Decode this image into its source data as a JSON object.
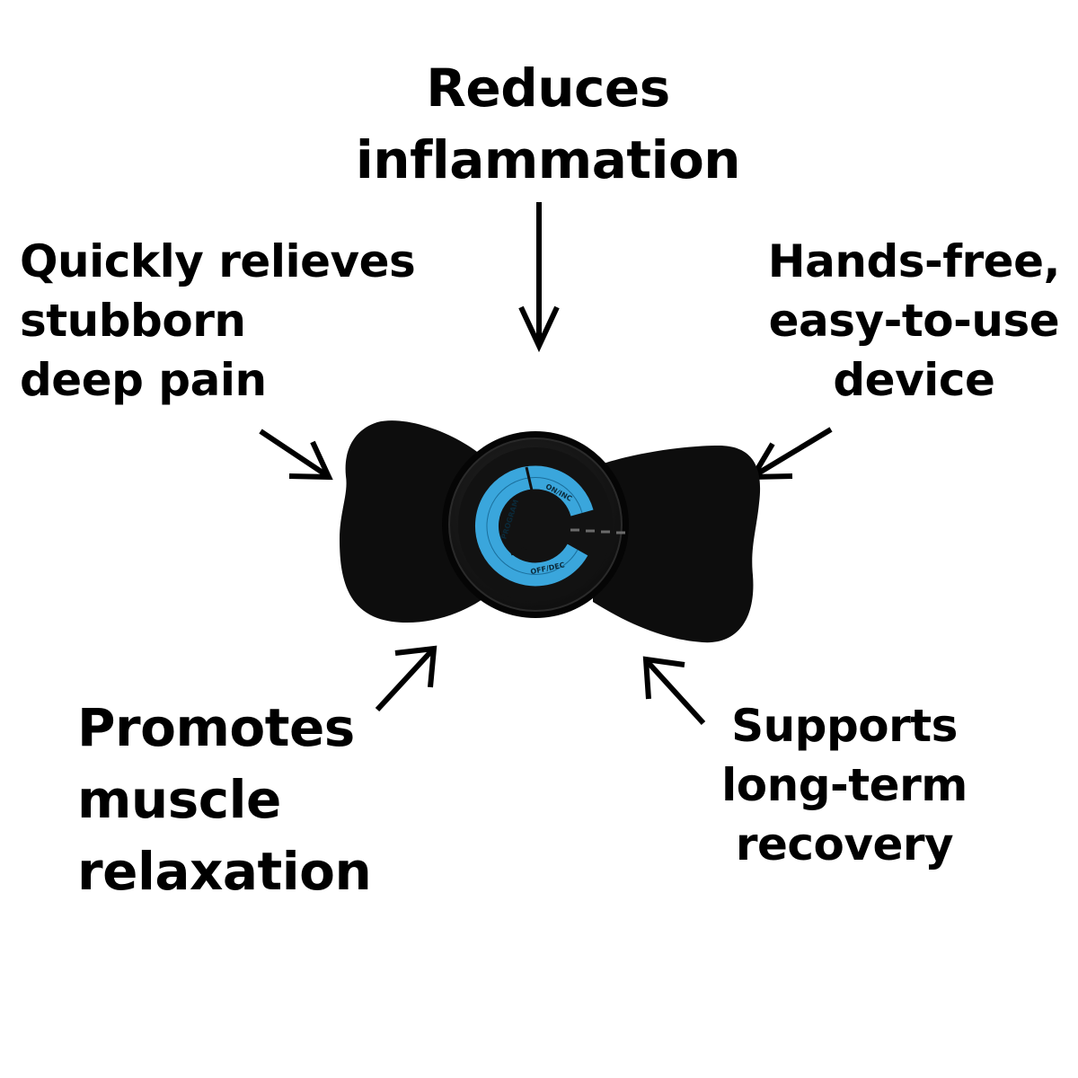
{
  "callouts": {
    "top": {
      "line1": "Reduces",
      "line2": "inflammation"
    },
    "top_left": {
      "line1": "Quickly relieves",
      "line2": "stubborn",
      "line3": "deep pain"
    },
    "top_right": {
      "line1": "Hands-free,",
      "line2": "easy-to-use",
      "line3": "device"
    },
    "bottom_left": {
      "line1": "Promotes",
      "line2": "muscle",
      "line3": "relaxation"
    },
    "bottom_right": {
      "line1": "Supports",
      "line2": "long-term",
      "line3": "recovery"
    }
  },
  "device": {
    "labels": {
      "on_inc": "ON/INC",
      "program": "PROGRAM",
      "off_dec": "OFF/DEC"
    },
    "colors": {
      "pad": "#0d0d0d",
      "hub": "#161616",
      "ring": "#3aa6dc"
    }
  }
}
